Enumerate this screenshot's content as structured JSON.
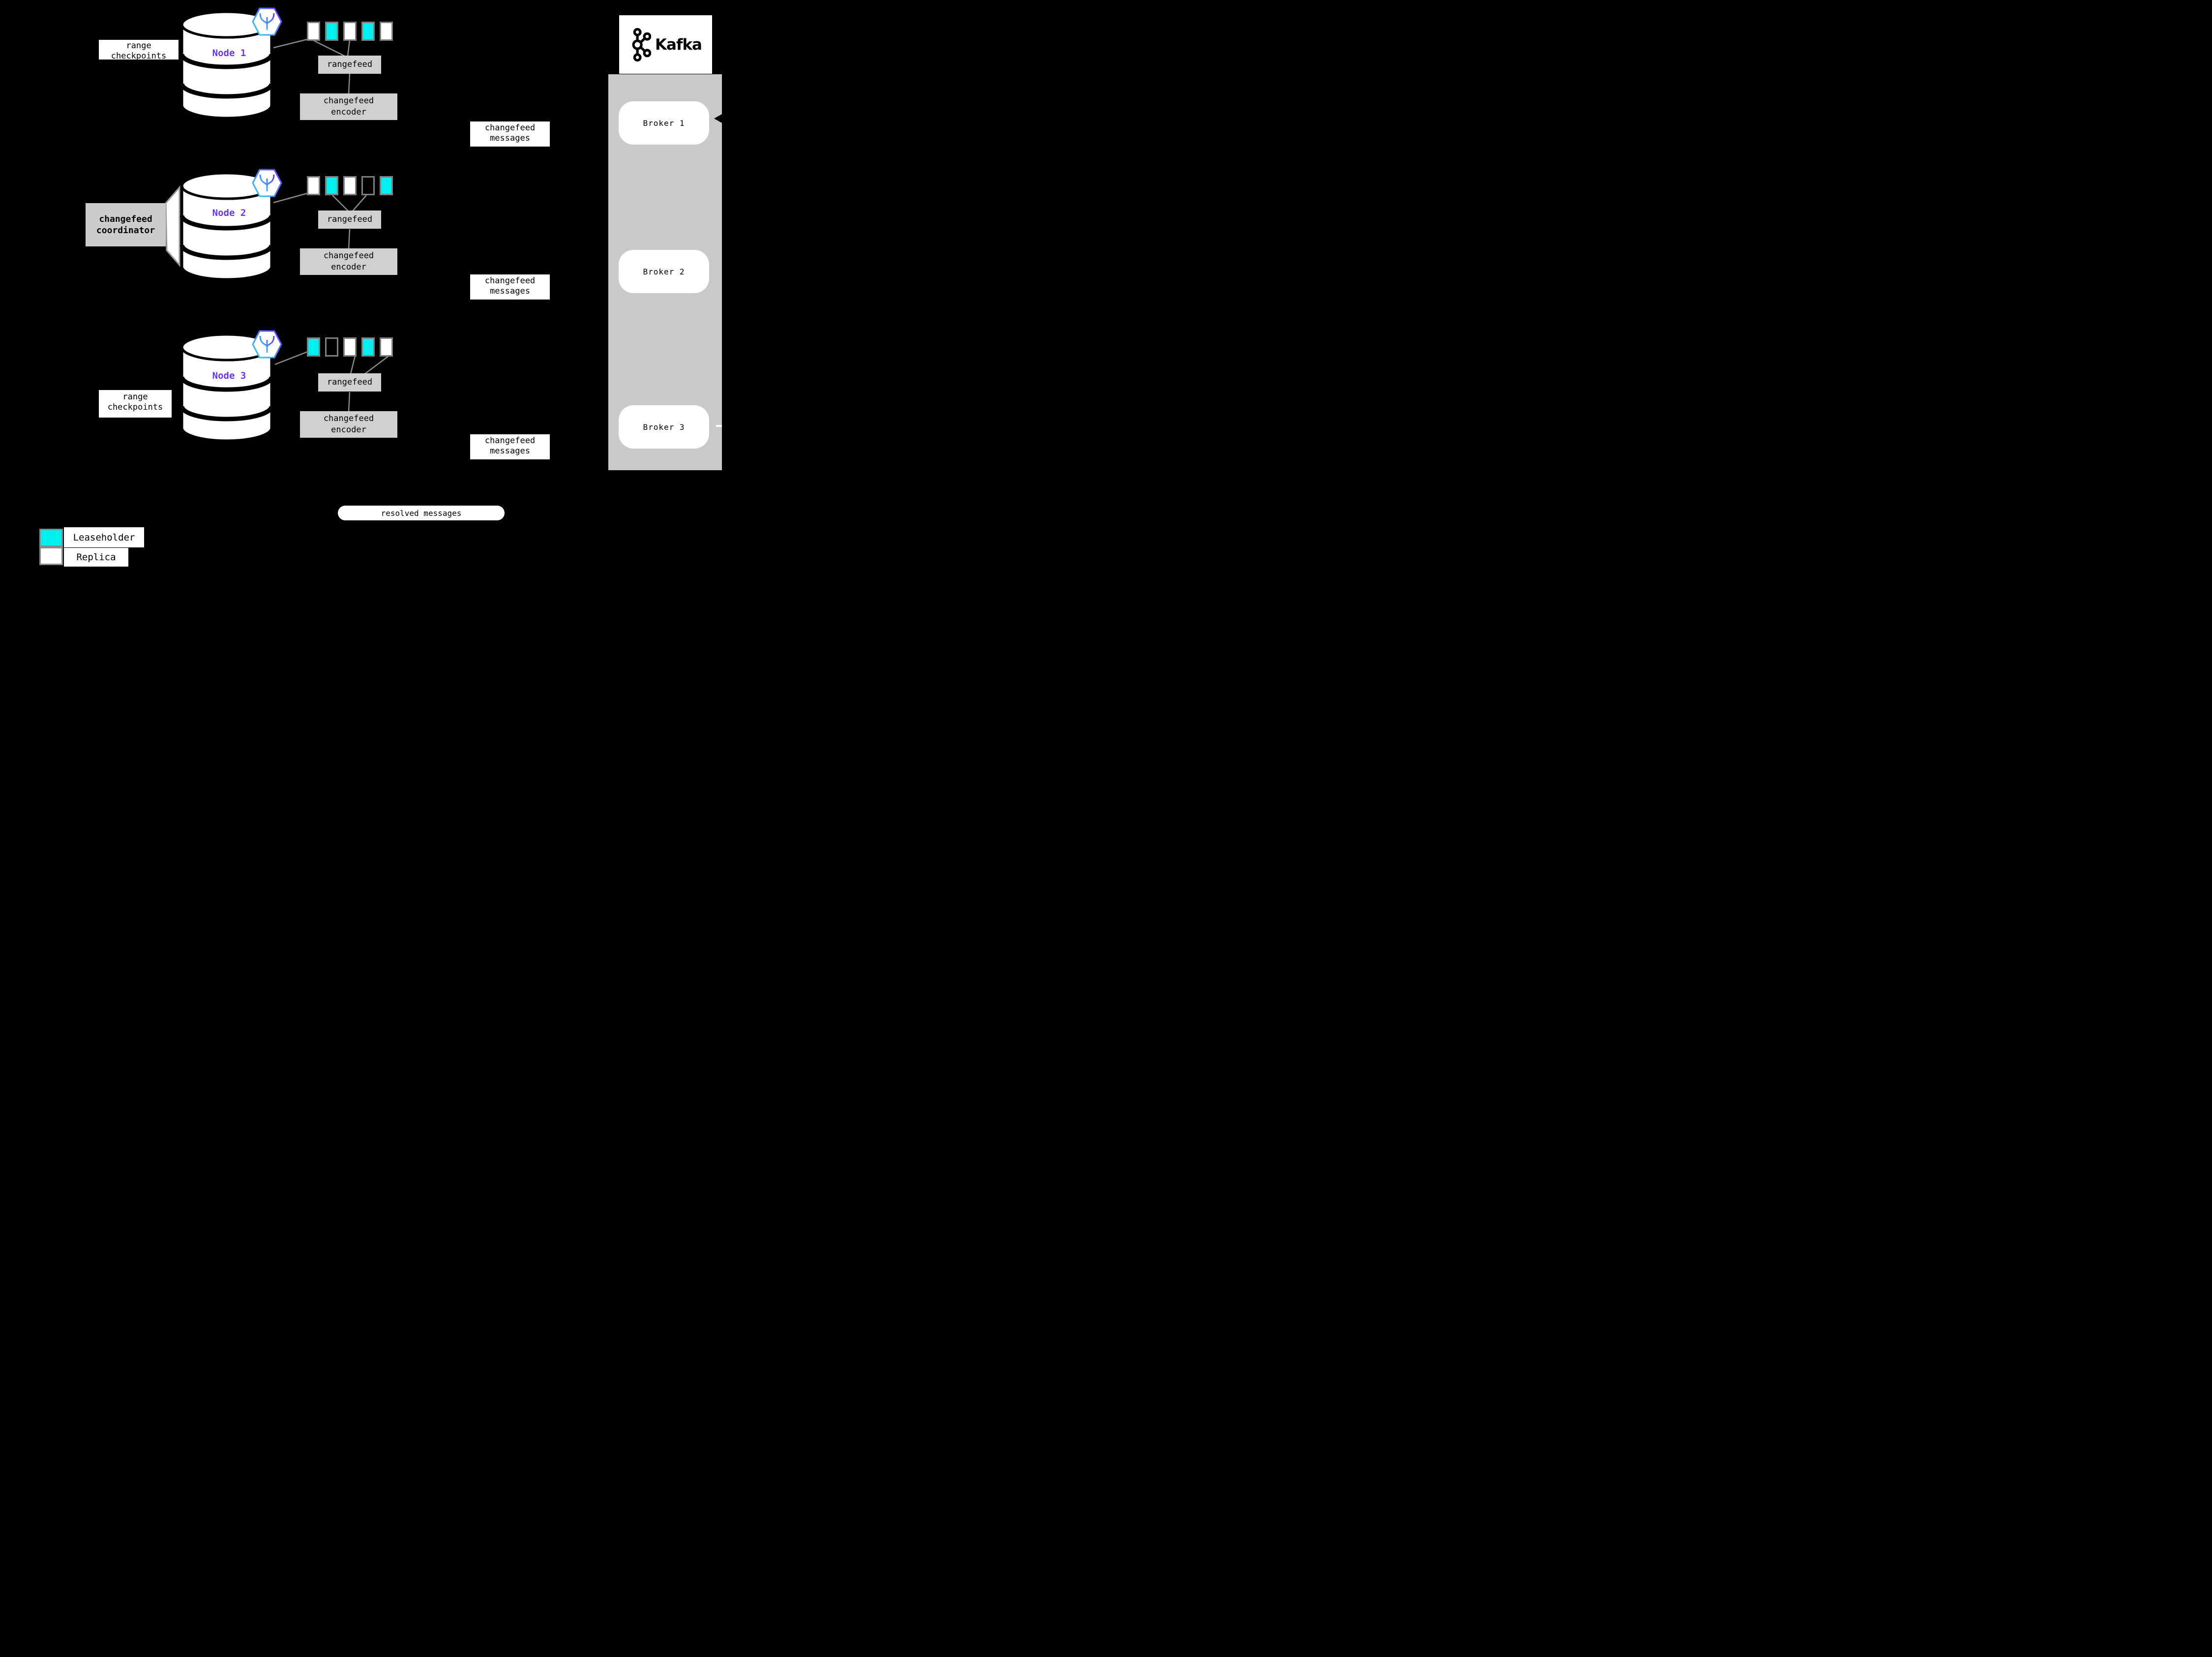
{
  "colors": {
    "background": "#000000",
    "leaseholder_cyan": "#00efef",
    "replica_white": "#ffffff",
    "process_box_gray": "#cfcfcf",
    "kafka_container_gray": "#c9c9c9",
    "node_label_purple": "#6936f5",
    "connector_gray": "#8a8a8a"
  },
  "nodes": [
    {
      "label": "Node 1",
      "checkpoint_line1": "range",
      "checkpoint_line2": "checkpoints",
      "rangefeed_label": "rangefeed",
      "encoder_line1": "changefeed",
      "encoder_line2": "encoder",
      "messages_line1": "changefeed",
      "messages_line2": "messages",
      "squares": [
        "sq replica",
        "sq leaseholder",
        "sq replica",
        "sq leaseholder",
        "sq replica"
      ]
    },
    {
      "label": "Node 2",
      "coordinator_line1": "changefeed",
      "coordinator_line2": "coordinator",
      "rangefeed_label": "rangefeed",
      "encoder_line1": "changefeed",
      "encoder_line2": "encoder",
      "messages_line1": "changefeed",
      "messages_line2": "messages",
      "squares": [
        "sq replica",
        "sq leaseholder",
        "sq replica",
        "sq empty",
        "sq leaseholder"
      ]
    },
    {
      "label": "Node 3",
      "checkpoint_line1": "range",
      "checkpoint_line2": "checkpoints",
      "rangefeed_label": "rangefeed",
      "encoder_line1": "changefeed",
      "encoder_line2": "encoder",
      "messages_line1": "changefeed",
      "messages_line2": "messages",
      "squares": [
        "sq leaseholder",
        "sq empty",
        "sq replica",
        "sq leaseholder",
        "sq replica"
      ]
    }
  ],
  "kafka": {
    "wordmark": "Kafka",
    "brokers": [
      {
        "label": "Broker 1"
      },
      {
        "label": "Broker 2"
      },
      {
        "label": "Broker 3"
      }
    ]
  },
  "resolved_pill": "resolved messages",
  "legend": {
    "leaseholder_label": "Leaseholder",
    "replica_label": "Replica"
  }
}
